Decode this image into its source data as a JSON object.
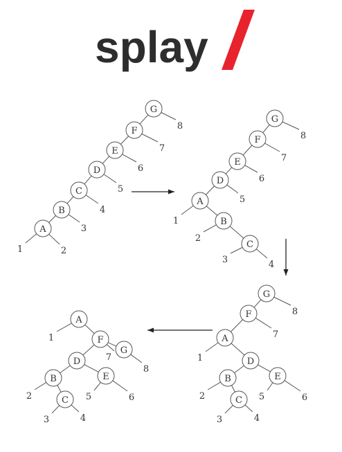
{
  "logo": {
    "word": "splay",
    "text_color": "#2d2d2d",
    "accent_color": "#e8232d"
  },
  "diagram": {
    "stroke_color": "#555555",
    "node_fill": "#ffffff",
    "arrow_color": "#222222",
    "trees": [
      {
        "id": "tree-1",
        "nodes": [
          {
            "id": "G",
            "label": "G"
          },
          {
            "id": "F",
            "label": "F"
          },
          {
            "id": "E",
            "label": "E"
          },
          {
            "id": "D",
            "label": "D"
          },
          {
            "id": "C",
            "label": "C"
          },
          {
            "id": "B",
            "label": "B"
          },
          {
            "id": "A",
            "label": "A"
          }
        ],
        "leaves": [
          "8",
          "7",
          "6",
          "5",
          "4",
          "3",
          "1",
          "2"
        ]
      },
      {
        "id": "tree-2",
        "nodes": [
          {
            "id": "G",
            "label": "G"
          },
          {
            "id": "F",
            "label": "F"
          },
          {
            "id": "E",
            "label": "E"
          },
          {
            "id": "D",
            "label": "D"
          },
          {
            "id": "A",
            "label": "A"
          },
          {
            "id": "B",
            "label": "B"
          },
          {
            "id": "C",
            "label": "C"
          }
        ],
        "leaves": [
          "8",
          "7",
          "6",
          "5",
          "1",
          "2",
          "3",
          "4"
        ]
      },
      {
        "id": "tree-3",
        "nodes": [
          {
            "id": "G",
            "label": "G"
          },
          {
            "id": "F",
            "label": "F"
          },
          {
            "id": "A",
            "label": "A"
          },
          {
            "id": "D",
            "label": "D"
          },
          {
            "id": "B",
            "label": "B"
          },
          {
            "id": "E",
            "label": "E"
          },
          {
            "id": "C",
            "label": "C"
          }
        ],
        "leaves": [
          "8",
          "7",
          "1",
          "2",
          "5",
          "6",
          "3",
          "4"
        ]
      },
      {
        "id": "tree-4",
        "nodes": [
          {
            "id": "A",
            "label": "A"
          },
          {
            "id": "F",
            "label": "F"
          },
          {
            "id": "G",
            "label": "G"
          },
          {
            "id": "D",
            "label": "D"
          },
          {
            "id": "B",
            "label": "B"
          },
          {
            "id": "E",
            "label": "E"
          },
          {
            "id": "C",
            "label": "C"
          }
        ],
        "leaves": [
          "1",
          "7",
          "8",
          "2",
          "5",
          "6",
          "3",
          "4"
        ]
      }
    ]
  }
}
